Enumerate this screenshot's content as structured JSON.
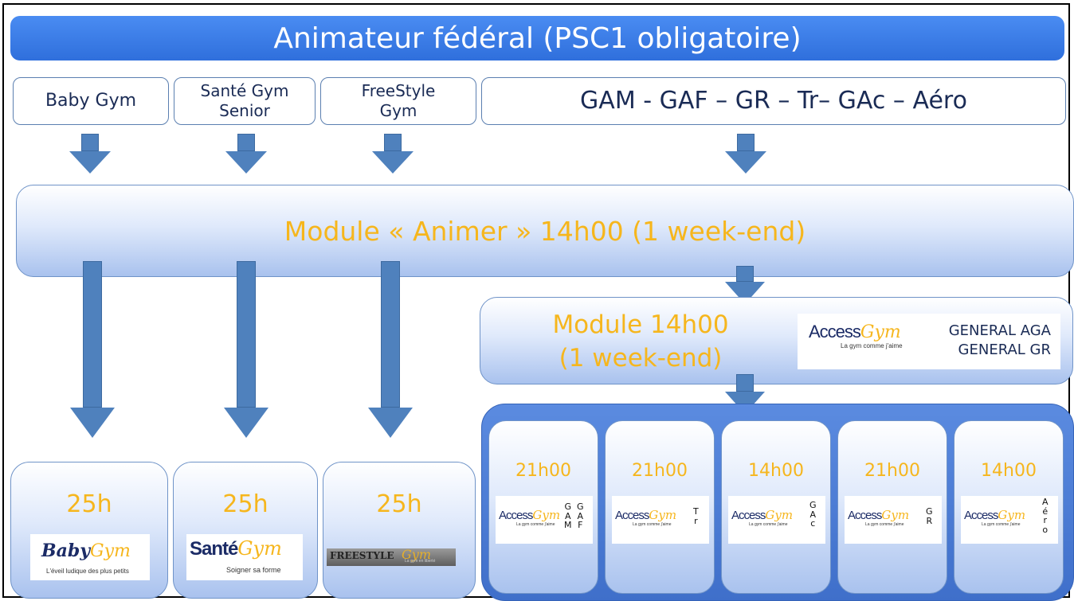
{
  "title": "Animateur fédéral (PSC1 obligatoire)",
  "top_boxes": {
    "baby": "Baby Gym",
    "sante_line1": "Santé Gym",
    "sante_line2": "Senior",
    "free_line1": "FreeStyle",
    "free_line2": "Gym",
    "disciplines": "GAM - GAF – GR – Tr– GAc – Aéro"
  },
  "module_animer": "Module « Animer » 14h00 (1 week-end)",
  "module_general": {
    "line1": "Module 14h00",
    "line2": "(1 week-end)",
    "label_line1": "GENERAL AGA",
    "label_line2": "GENERAL GR"
  },
  "access_logo": {
    "access": "Access",
    "gym": "Gym",
    "tagline": "La gym comme j'aime"
  },
  "bottom_left": [
    {
      "hours": "25h",
      "logo_main": "Baby",
      "logo_gym": "Gym",
      "logo_tagline": "L'éveil ludique des plus petits"
    },
    {
      "hours": "25h",
      "logo_main": "Santé",
      "logo_gym": "Gym",
      "logo_tagline": "Soigner sa forme"
    },
    {
      "hours": "25h",
      "logo_main": "FREESTYLE",
      "logo_gym": "Gym",
      "logo_tagline": "La gym en liberté"
    }
  ],
  "specialties": [
    {
      "hours": "21h00",
      "letters_col1": [
        "G",
        "A",
        "M"
      ],
      "letters_col2": [
        "G",
        "A",
        "F"
      ]
    },
    {
      "hours": "21h00",
      "letters_col1": [
        "T",
        "r"
      ]
    },
    {
      "hours": "14h00",
      "letters_col1": [
        "G",
        "A",
        "c"
      ]
    },
    {
      "hours": "21h00",
      "letters_col1": [
        "G",
        "R"
      ]
    },
    {
      "hours": "14h00",
      "letters_col1": [
        "A",
        "é",
        "r",
        "o"
      ]
    }
  ],
  "colors": {
    "title_bar": "#3b7de9",
    "arrow": "#4f81bd",
    "hours_text": "#f6b61d",
    "dark_text": "#1a2b55"
  }
}
